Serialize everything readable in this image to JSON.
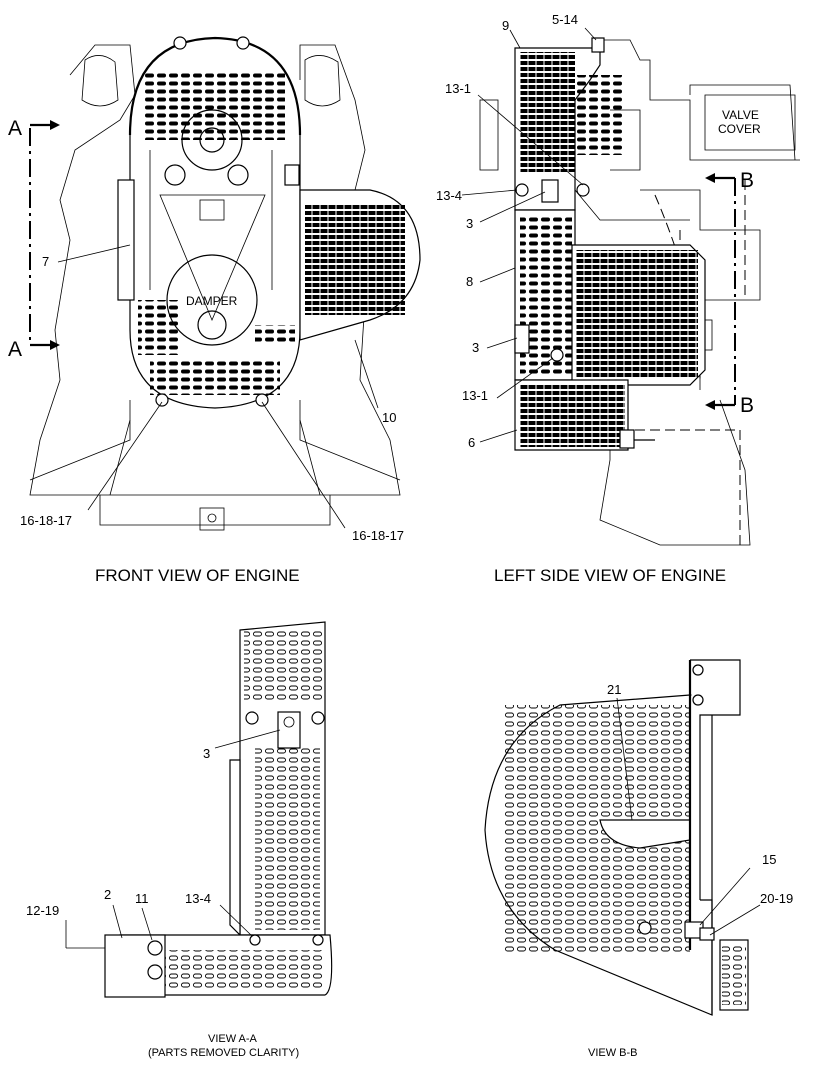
{
  "views": {
    "front": {
      "caption": "FRONT VIEW OF ENGINE",
      "section_mark": "A",
      "damper_text": "DAMPER",
      "callouts": [
        "7",
        "10",
        "16-18-17",
        "16-18-17"
      ]
    },
    "left_side": {
      "caption": "LEFT SIDE VIEW OF ENGINE",
      "section_mark": "B",
      "valve_cover_text": [
        "VALVE",
        "COVER"
      ],
      "callouts": [
        "9",
        "5-14",
        "13-1",
        "13-4",
        "3",
        "8",
        "3",
        "13-1",
        "6"
      ]
    },
    "view_aa": {
      "caption": "VIEW A-A",
      "subcaption": "(PARTS REMOVED CLARITY)",
      "callouts": [
        "3",
        "2",
        "11",
        "12-19",
        "13-4"
      ]
    },
    "view_bb": {
      "caption": "VIEW B-B",
      "callouts": [
        "21",
        "15",
        "20-19"
      ]
    }
  },
  "colors": {
    "ink": "#000000",
    "paper": "#ffffff"
  }
}
